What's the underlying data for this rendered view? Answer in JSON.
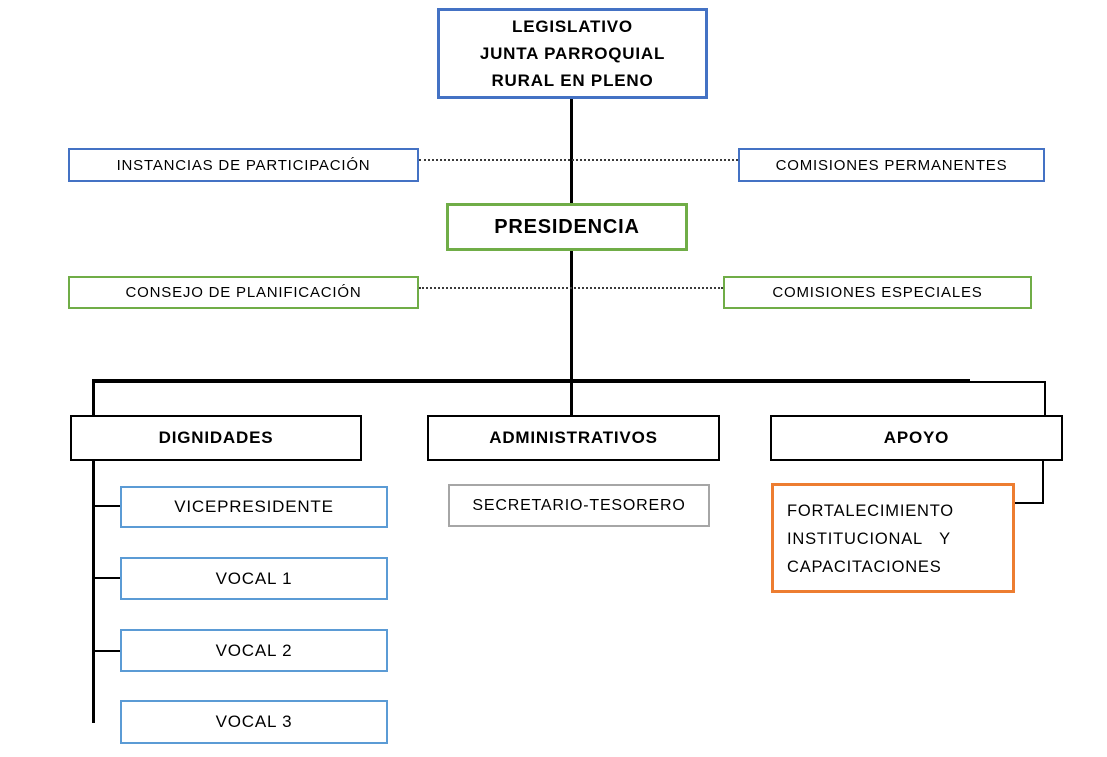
{
  "colors": {
    "blue": "#4472C4",
    "green": "#70AD47",
    "light_blue": "#5B9BD5",
    "orange": "#ED7D31",
    "gray": "#A6A6A6",
    "black": "#000000"
  },
  "org_chart": {
    "root": {
      "label": "LEGISLATIVO\nJUNTA PARROQUIAL\nRURAL EN PLENO"
    },
    "instancias_participacion": {
      "label": "INSTANCIAS DE PARTICIPACIÓN"
    },
    "comisiones_permanentes": {
      "label": "COMISIONES PERMANENTES"
    },
    "presidencia": {
      "label": "PRESIDENCIA"
    },
    "consejo_planificacion": {
      "label": "CONSEJO DE PLANIFICACIÓN"
    },
    "comisiones_especiales": {
      "label": "COMISIONES ESPECIALES"
    },
    "dignidades": {
      "label": "DIGNIDADES"
    },
    "administrativos": {
      "label": "ADMINISTRATIVOS"
    },
    "apoyo": {
      "label": "APOYO"
    },
    "vicepresidente": {
      "label": "VICEPRESIDENTE"
    },
    "vocal_1": {
      "label": "VOCAL 1"
    },
    "vocal_2": {
      "label": "VOCAL 2"
    },
    "vocal_3": {
      "label": "VOCAL 3"
    },
    "secretario_tesorero": {
      "label": "SECRETARIO-TESORERO"
    },
    "fortalecimiento": {
      "label": "FORTALECIMIENTO\nINSTITUCIONAL   Y\nCAPACITACIONES"
    }
  }
}
